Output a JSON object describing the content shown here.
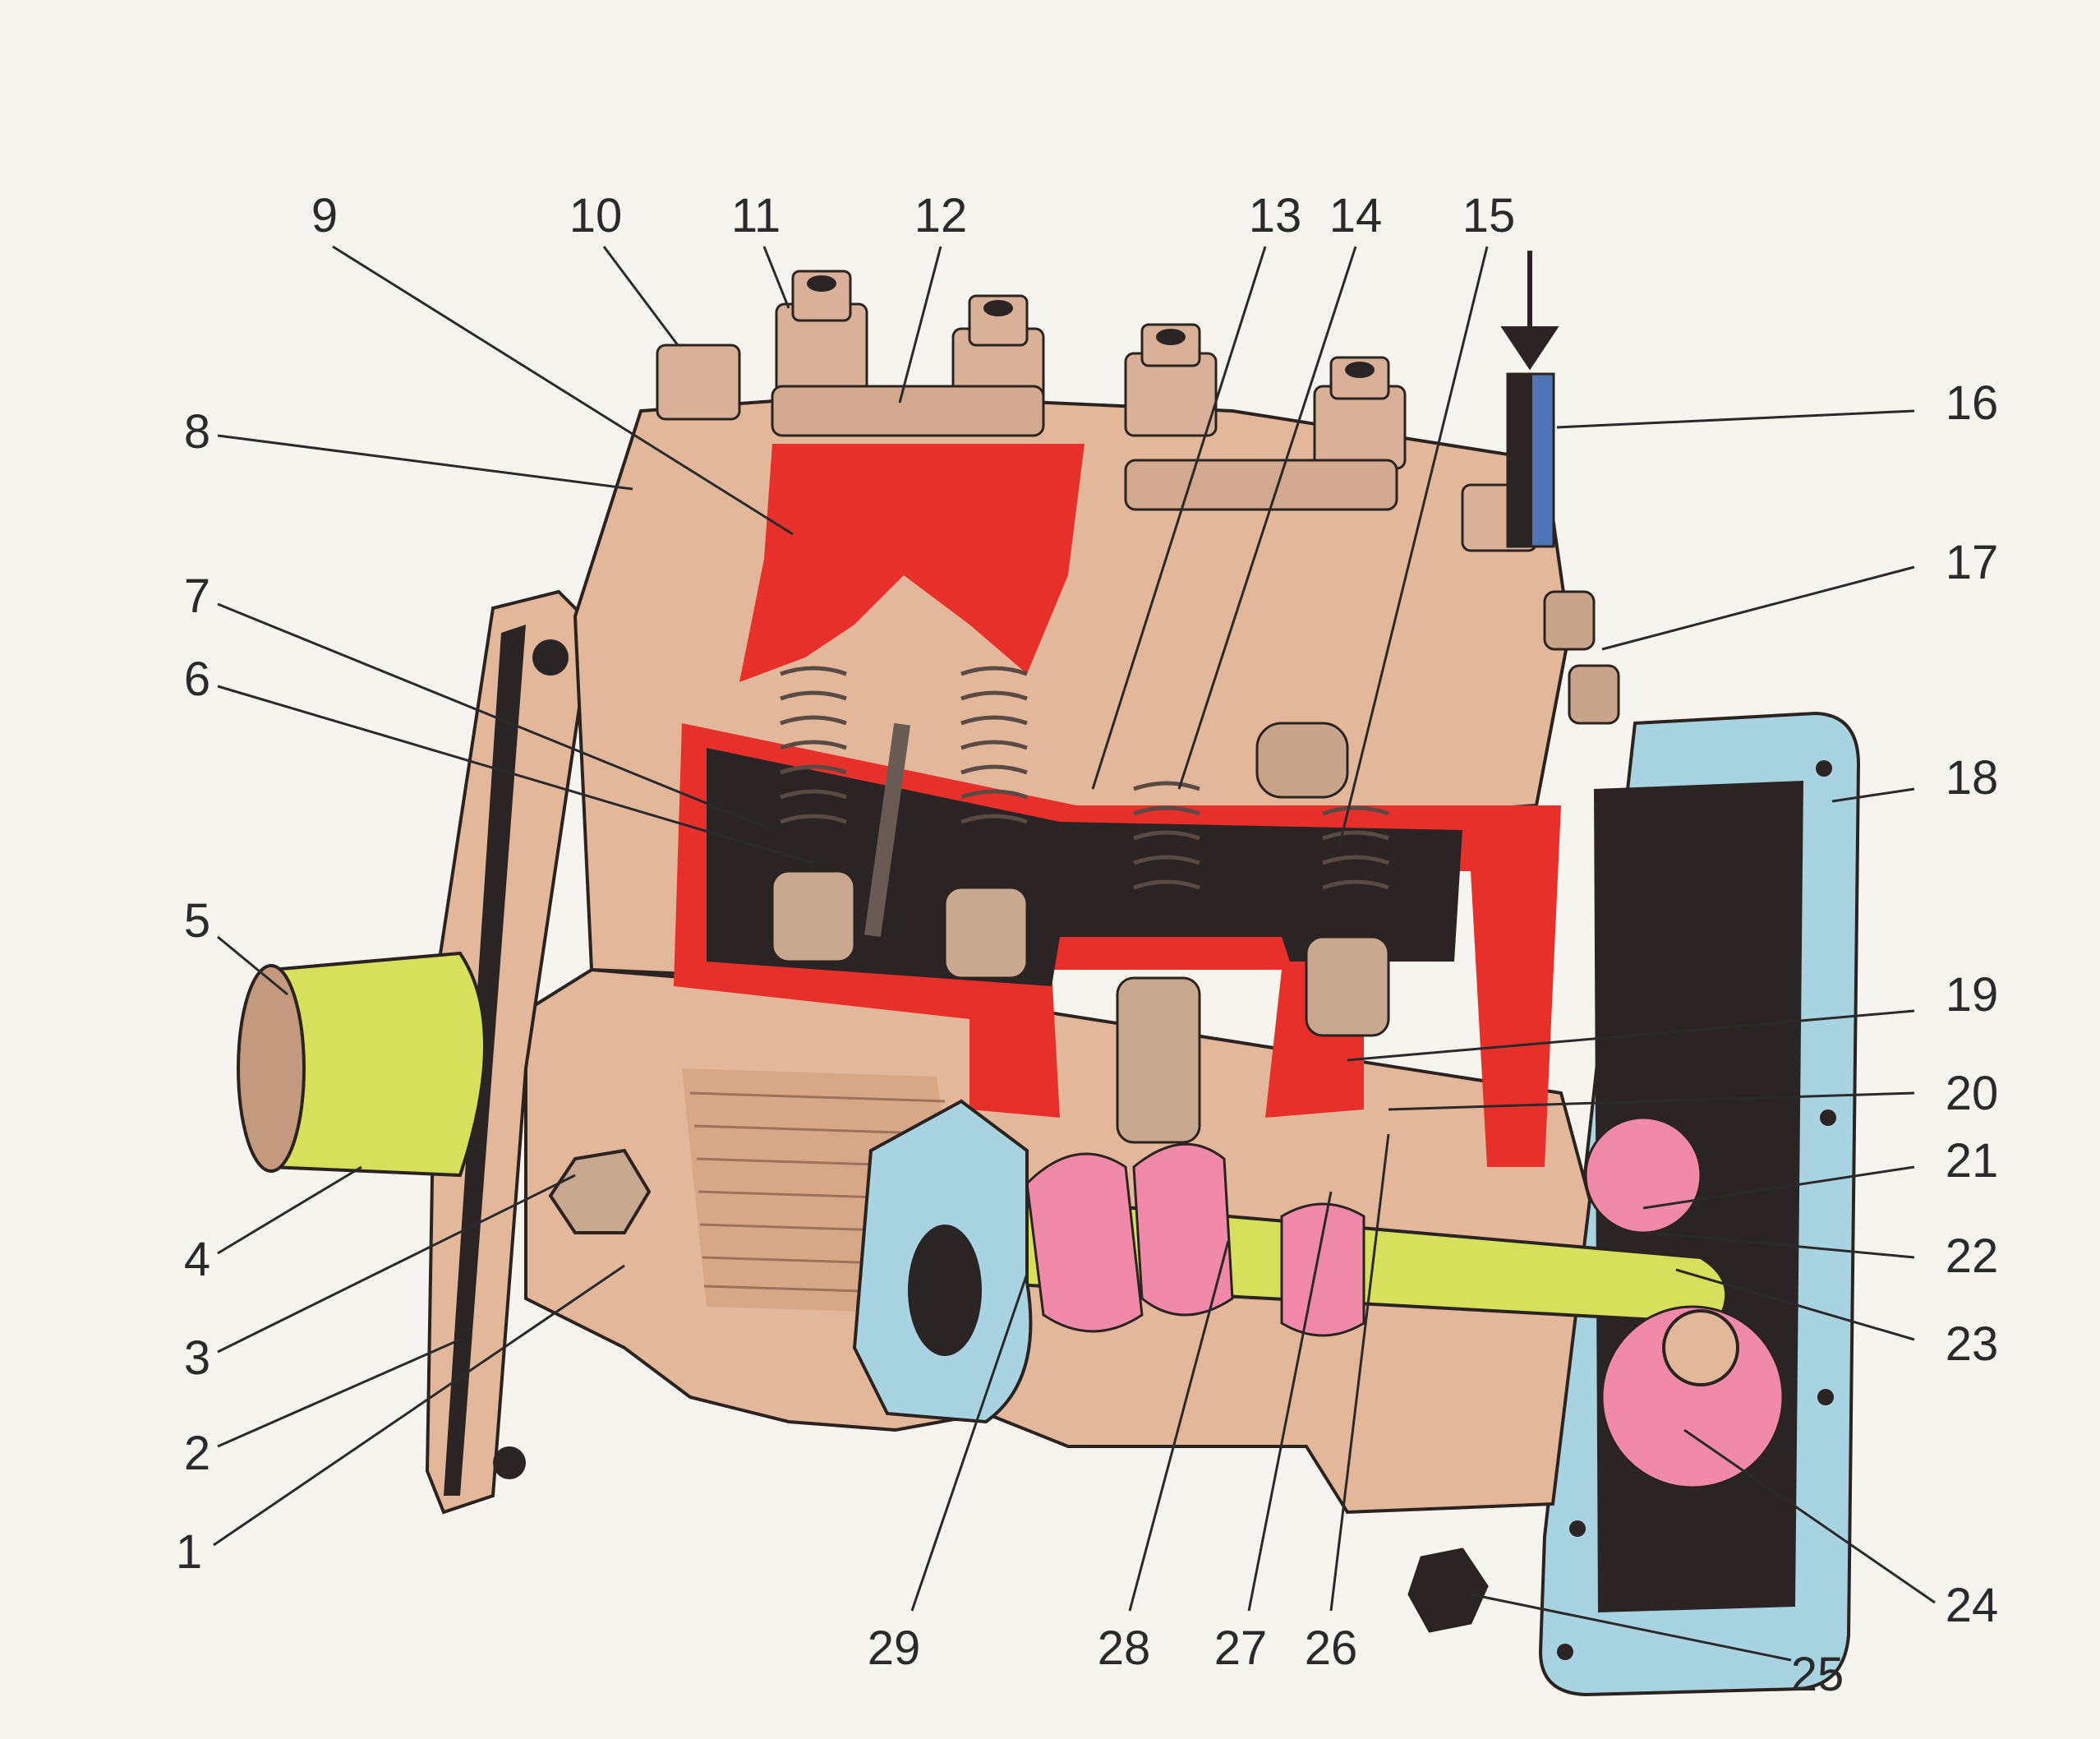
{
  "figure": {
    "callouts": [
      {
        "id": "1",
        "text": "1"
      },
      {
        "id": "2",
        "text": "2"
      },
      {
        "id": "3",
        "text": "3"
      },
      {
        "id": "4",
        "text": "4"
      },
      {
        "id": "5",
        "text": "5"
      },
      {
        "id": "6",
        "text": "6"
      },
      {
        "id": "7",
        "text": "7"
      },
      {
        "id": "8",
        "text": "8"
      },
      {
        "id": "9",
        "text": "9"
      },
      {
        "id": "10",
        "text": "10"
      },
      {
        "id": "11",
        "text": "11"
      },
      {
        "id": "12",
        "text": "12"
      },
      {
        "id": "13",
        "text": "13"
      },
      {
        "id": "14",
        "text": "14"
      },
      {
        "id": "15",
        "text": "15"
      },
      {
        "id": "16",
        "text": "16"
      },
      {
        "id": "17",
        "text": "17"
      },
      {
        "id": "18",
        "text": "18"
      },
      {
        "id": "19",
        "text": "19"
      },
      {
        "id": "20",
        "text": "20"
      },
      {
        "id": "21",
        "text": "21"
      },
      {
        "id": "22",
        "text": "22"
      },
      {
        "id": "23",
        "text": "23"
      },
      {
        "id": "24",
        "text": "24"
      },
      {
        "id": "25",
        "text": "25"
      },
      {
        "id": "26",
        "text": "26"
      },
      {
        "id": "27",
        "text": "27"
      },
      {
        "id": "28",
        "text": "28"
      },
      {
        "id": "29",
        "text": "29"
      }
    ],
    "colors": {
      "housing": "#e3b89a",
      "housing_shadow": "#b98c70",
      "section_cut": "#e8302a",
      "gasket": "#a8d4e2",
      "camshaft": "#d6e05a",
      "gear": "#f08aa8",
      "dark": "#2a2424",
      "arrow_tube": "#4f74b8"
    }
  }
}
